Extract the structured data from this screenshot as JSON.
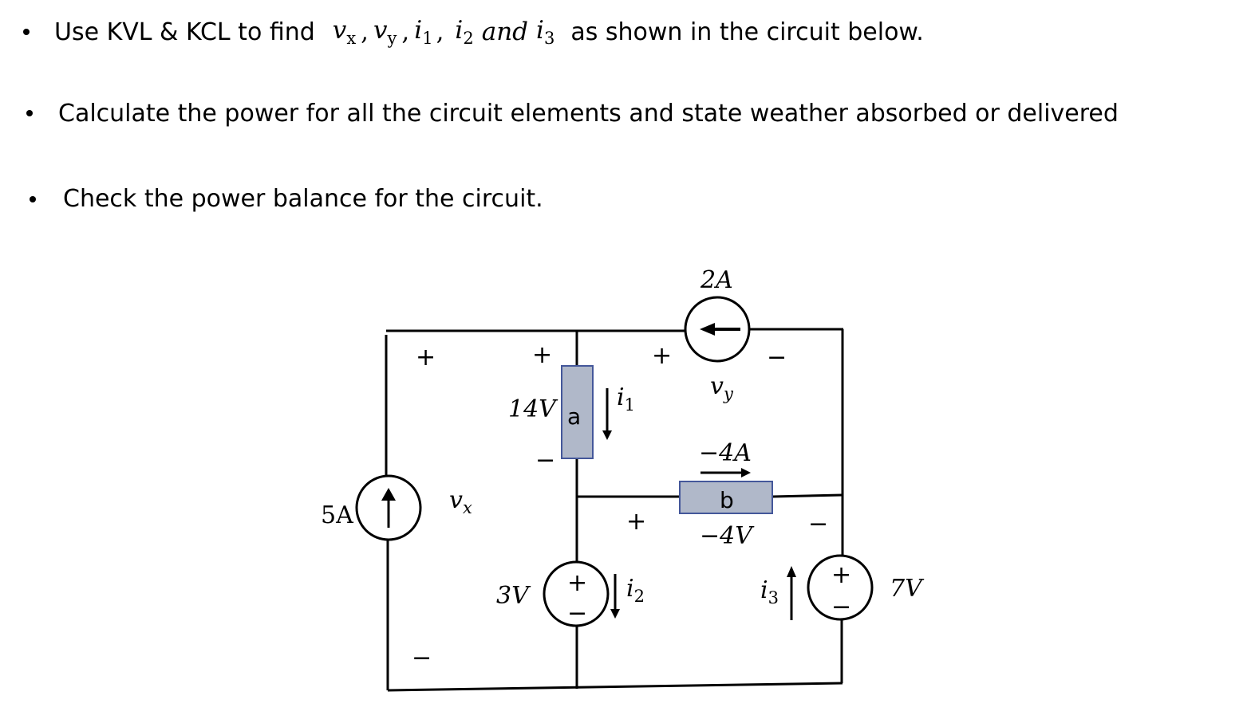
{
  "bullets": [
    {
      "prefix": "Use KVL & KCL to find",
      "suffix": "as shown in the circuit below."
    },
    {
      "text": "Calculate the power for all the circuit elements and state weather absorbed or delivered"
    },
    {
      "text": "Check the power balance for the circuit."
    }
  ],
  "math_vars": {
    "vx": "v",
    "vx_sub": "x",
    "vy": "v",
    "vy_sub": "y",
    "i1": "i",
    "i1_sub": "1",
    "i2": "i",
    "i2_sub": "2",
    "and_word": "and",
    "i3": "i",
    "i3_sub": "3"
  },
  "circuit": {
    "source_5A": "5A",
    "vx_label": "v",
    "vx_sub": "x",
    "elem_a_voltage": "14V",
    "elem_a_name": "a",
    "i1_label": "i",
    "i1_sub": "1",
    "source_2A": "2A",
    "vy_label": "v",
    "vy_sub": "y",
    "elem_b_current": "−4A",
    "elem_b_name": "b",
    "elem_b_voltage": "−4V",
    "source_3V": "3V",
    "i2_label": "i",
    "i2_sub": "2",
    "i3_label": "i",
    "i3_sub": "3",
    "source_7V": "7V",
    "plus": "+",
    "minus": "−"
  },
  "colors": {
    "element_fill": "#b0b8c9",
    "element_stroke": "#44579a"
  }
}
